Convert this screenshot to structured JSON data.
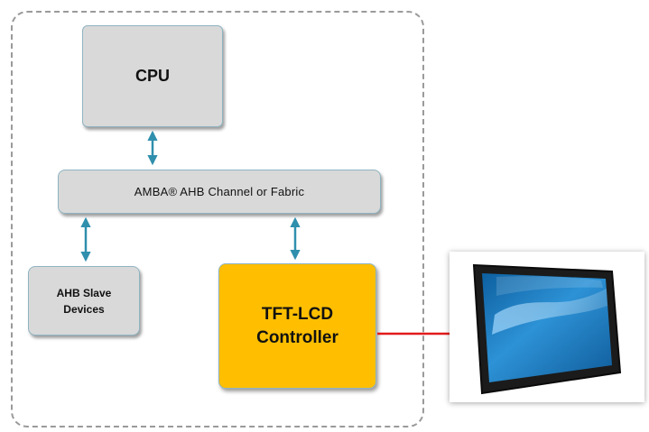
{
  "diagram": {
    "cpu_label": "CPU",
    "bus_label": "AMBA® AHB Channel or Fabric",
    "slave_label_line1": "AHB Slave",
    "slave_label_line2": "Devices",
    "controller_label_line1": "TFT-LCD",
    "controller_label_line2": "Controller"
  },
  "colors": {
    "gray_block_fill": "#d9d9d9",
    "controller_fill": "#ffbf00",
    "bus_arrow": "#2f8fad",
    "output_arrow": "#e21b1b",
    "dashed_border": "#9a9a9a",
    "monitor_bezel": "#1b1b1b",
    "monitor_screen": "#1f84c8"
  },
  "icons": {
    "display_icon": "lcd-monitor-icon"
  }
}
